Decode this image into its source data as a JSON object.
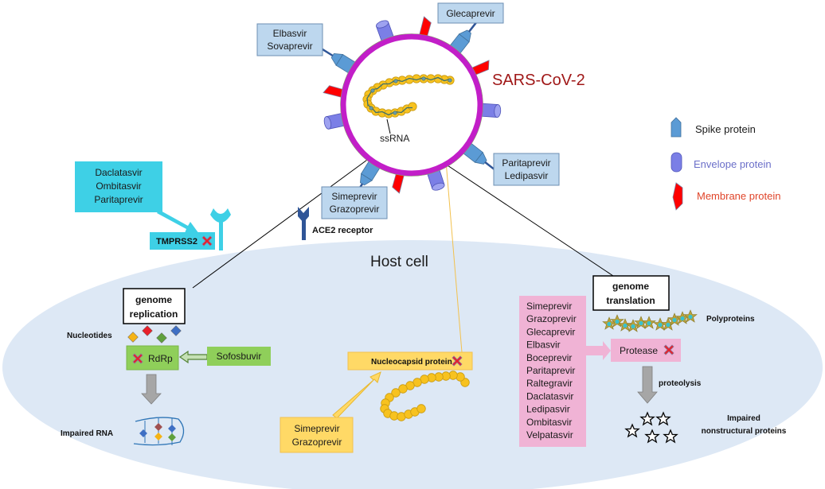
{
  "virus": {
    "name": "SARS-CoV-2",
    "genome_label": "ssRNA",
    "spike_drug_boxes": [
      {
        "lines": [
          "Elbasvir",
          "Sovaprevir"
        ]
      },
      {
        "lines": [
          "Glecaprevir"
        ]
      },
      {
        "lines": [
          "Paritaprevir",
          "Ledipasvir"
        ]
      },
      {
        "lines": [
          "Simeprevir",
          "Grazoprevir"
        ]
      }
    ]
  },
  "legend": {
    "items": [
      {
        "label": "Spike protein",
        "icon": "spike-protein-icon",
        "color": "#000000"
      },
      {
        "label": "Envelope protein",
        "icon": "envelope-protein-icon",
        "color": "#6b6fc9"
      },
      {
        "label": "Membrane protein",
        "icon": "membrane-protein-icon",
        "color": "#e0452a"
      }
    ]
  },
  "tmprss2": {
    "drugs": [
      "Daclatasvir",
      "Ombitasvir",
      "Paritaprevir"
    ],
    "label": "TMPRSS2"
  },
  "ace2": {
    "label": "ACE2 receptor"
  },
  "host_cell": {
    "label": "Host cell"
  },
  "replication": {
    "title_lines": [
      "genome",
      "replication"
    ],
    "nucleotides_label": "Nucleotides",
    "enzyme": "RdRp",
    "inhibitor": "Sofosbuvir",
    "result": "Impaired RNA",
    "nucleotide_colors": [
      "#f5b316",
      "#e8202a",
      "#5fa03c",
      "#3e6fc4"
    ]
  },
  "nucleocapsid": {
    "label": "Nucleocapsid protein",
    "drugs": [
      "Simeprevir",
      "Grazoprevir"
    ]
  },
  "translation": {
    "title_lines": [
      "genome",
      "translation"
    ],
    "drugs": [
      "Simeprevir",
      "Grazoprevir",
      "Glecaprevir",
      "Elbasvir",
      "Boceprevir",
      "Paritaprevir",
      "Raltegravir",
      "Daclatasvir",
      "Ledipasvir",
      "Ombitasvir",
      "Velpatasvir"
    ],
    "polyproteins_label": "Polyproteins",
    "enzyme": "Protease",
    "process_label": "proteolysis",
    "result_lines": [
      "Impaired",
      "nonstructural proteins"
    ]
  },
  "colors": {
    "host_cell": "#dde8f5",
    "virus_envelope": "#c21ec8",
    "virus_title": "#a01818",
    "inhibit_mark": "#e8202a"
  }
}
